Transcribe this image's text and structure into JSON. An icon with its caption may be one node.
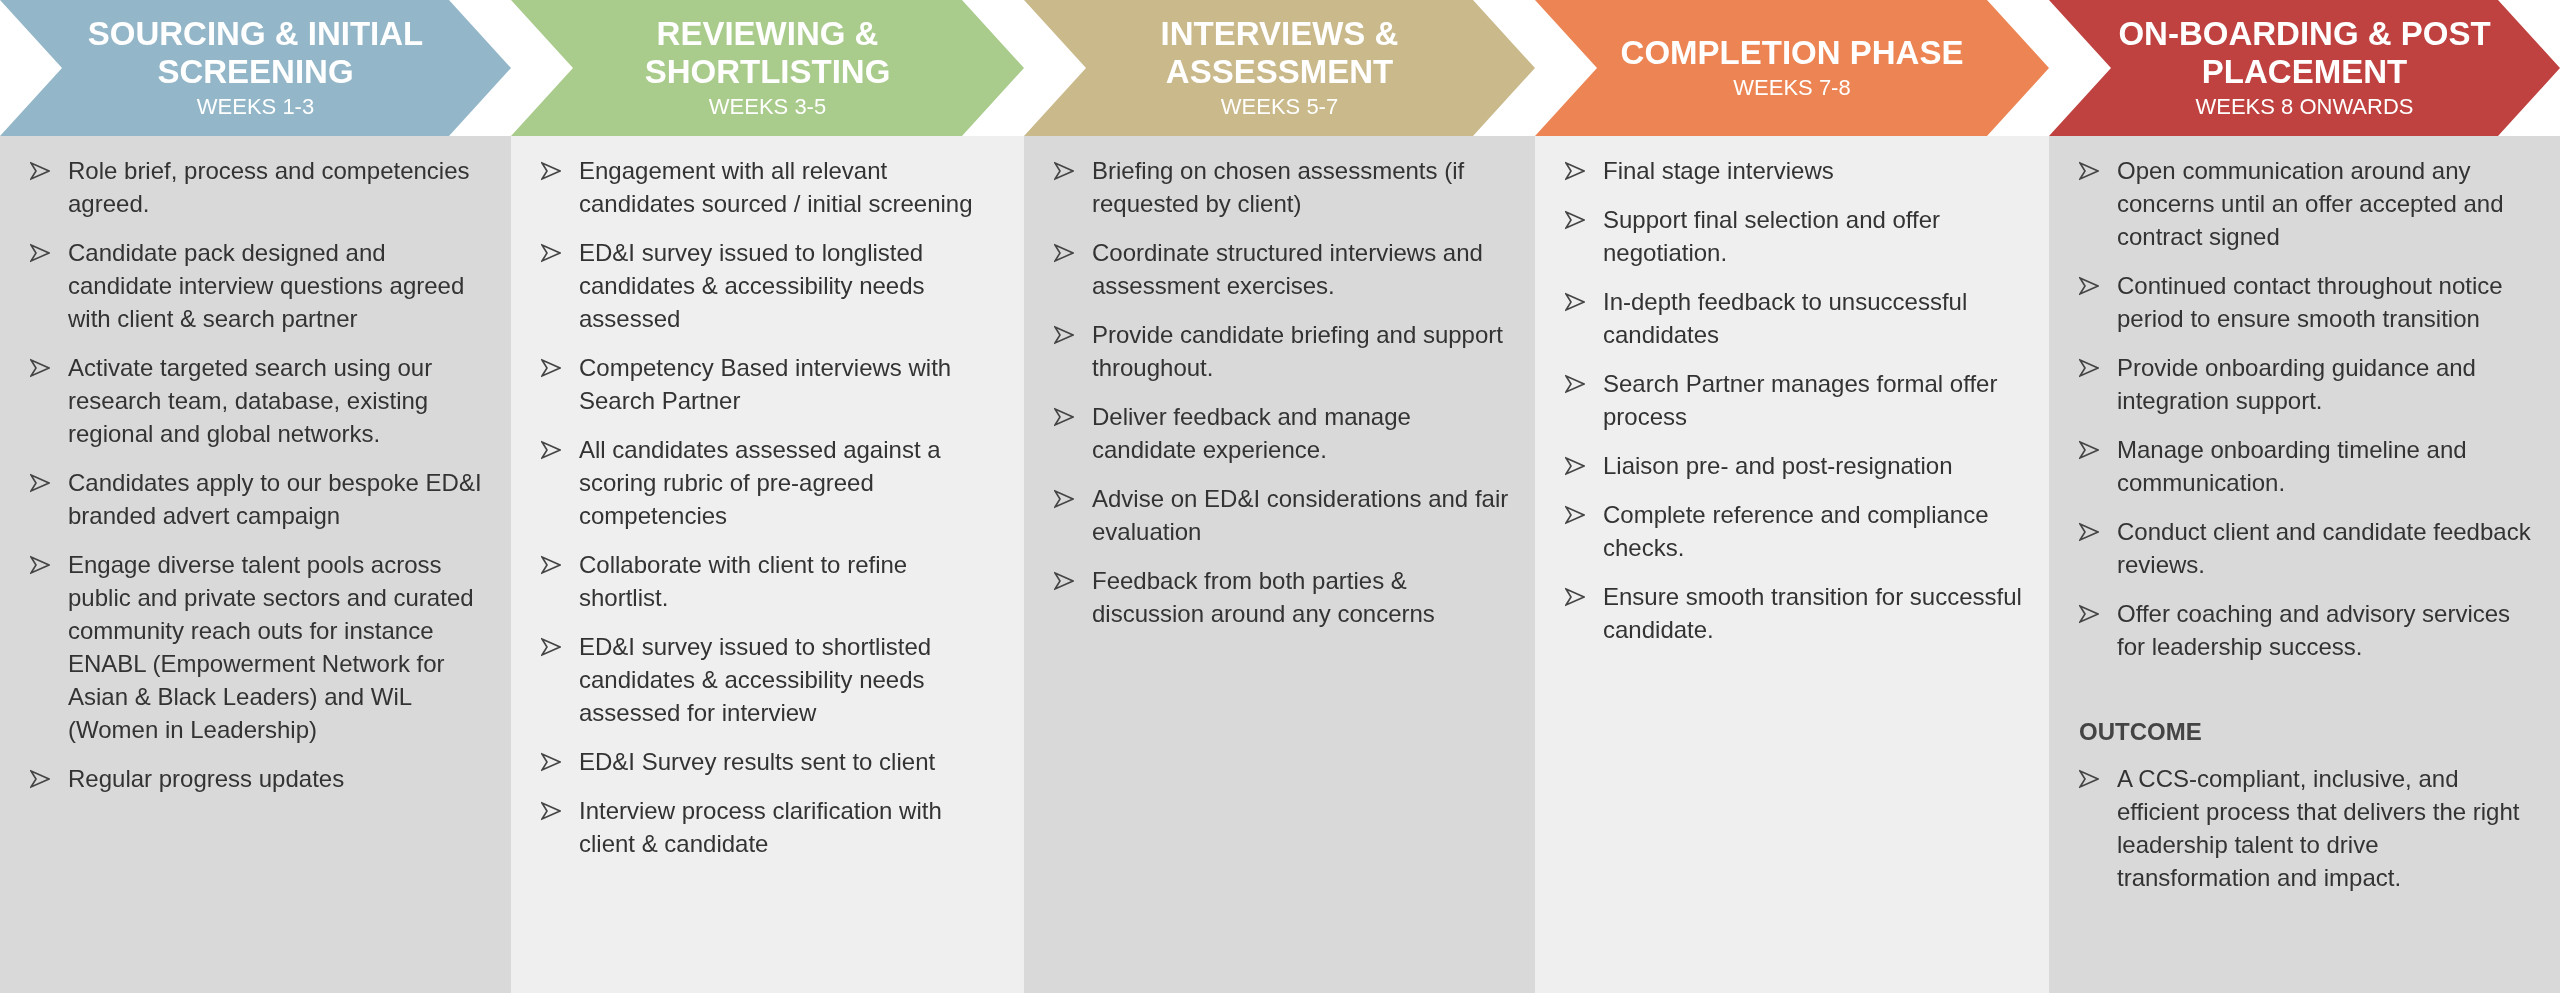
{
  "diagram": {
    "nodes": [
      {
        "text": [
          "SOURCING & INITIAL SCREENING",
          "WEEKS 1-3"
        ]
      },
      {
        "text": [
          "REVIEWING & SHORTLISTING",
          "WEEKS 3-5"
        ]
      },
      {
        "text": [
          "INTERVIEWS & ASSESSMENT",
          "WEEKS 5-7"
        ]
      },
      {
        "text": [
          "COMPLETION PHASE",
          "WEEKS 7-8"
        ]
      },
      {
        "text": [
          "ON-BOARDING & POST PLACEMENT",
          "WEEKS 8 ONWARDS"
        ]
      },
      {
        "text": [
          "Role brief, process and competencies agreed.",
          "Candidate pack designed and candidate interview questions agreed with client & search partner",
          "Activate targeted search using our research team, database, existing regional and global networks.",
          "Candidates apply to our bespoke ED&I branded advert campaign",
          "Engage diverse talent pools across public and private sectors and curated community reach outs for instance ENABL (Empowerment Network for Asian & Black Leaders) and WiL (Women in Leadership)",
          "Regular progress updates"
        ]
      },
      {
        "text": [
          "Engagement with all relevant candidates sourced / initial screening",
          "ED&I survey issued to longlisted candidates & accessibility needs assessed",
          "Competency Based interviews with Search Partner",
          "All candidates assessed against a scoring rubric of pre-agreed competencies",
          "Collaborate with client to refine shortlist.",
          "ED&I survey issued to shortlisted candidates & accessibility needs assessed for interview",
          "ED&I Survey results sent to client",
          "Interview process clarification with client & candidate"
        ]
      },
      {
        "text": [
          "Briefing on chosen assessments (if requested by client)",
          "Coordinate structured interviews and assessment exercises.",
          "Provide candidate briefing and support throughout.",
          "Deliver feedback and manage candidate experience.",
          "Advise on ED&I considerations and fair evaluation",
          "Feedback from both parties & discussion around any concerns"
        ]
      },
      {
        "text": [
          "Final stage interviews",
          "Support final selection and offer negotiation.",
          "In-depth feedback to unsuccessful candidates",
          "Search Partner manages formal offer process",
          "Liaison pre- and post-resignation",
          "Complete reference and compliance checks.",
          "Ensure smooth transition for successful candidate."
        ]
      },
      {
        "text": [
          "Open communication around any concerns until an offer accepted and contract signed",
          "Continued contact throughout notice period to ensure smooth transition",
          "Provide onboarding guidance and integration support.",
          "Manage onboarding timeline and communication.",
          "Conduct client and candidate feedback reviews.",
          "Offer coaching and advisory services for leadership success.",
          "OUTCOME",
          "A CCS-compliant, inclusive, and efficient process that delivers the right leadership talent to drive transformation and impact."
        ]
      }
    ]
  }
}
